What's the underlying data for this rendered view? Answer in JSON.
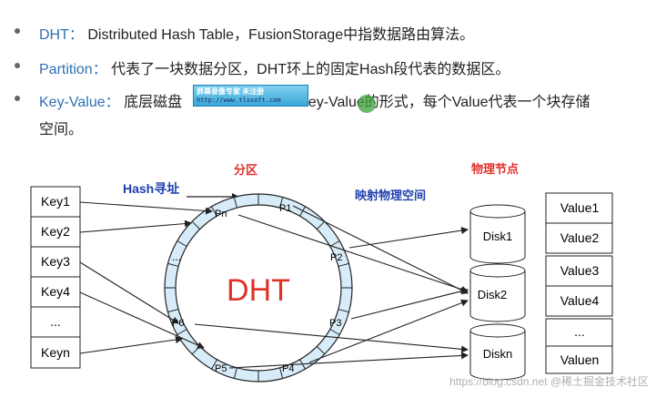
{
  "bullets": [
    {
      "term": "DHT",
      "sep": "：",
      "text": "Distributed Hash Table，FusionStorage中指数据路由算法。"
    },
    {
      "term": "Partition",
      "sep": "：",
      "text": "代表了一块数据分区，DHT环上的固定Hash段代表的数据区。"
    },
    {
      "term": "Key-Value",
      "sep": "：",
      "text_before": "底层磁盘",
      "text_after": "Key-Value的形式，每个Value代表一个块存储",
      "text_line2": "空间。"
    }
  ],
  "watermark": {
    "top": "屏幕录像专家      未注册",
    "bottom": "http://www.tlxsoft.com"
  },
  "diagram": {
    "label_hash": "Hash寻址",
    "label_partition": "分区",
    "label_mapping": "映射物理空间",
    "label_nodes": "物理节点",
    "ring_label": "DHT",
    "keys": [
      "Key1",
      "Key2",
      "Key3",
      "Key4",
      "...",
      "Keyn"
    ],
    "partitions": [
      "Pn",
      "P1",
      "P2",
      "P3",
      "P4",
      "P5",
      "P6"
    ],
    "ring_ellipsis": "...",
    "disks": [
      "Disk1",
      "Disk2",
      "Diskn"
    ],
    "values": [
      "Value1",
      "Value2",
      "Value3",
      "Value4",
      "...",
      "Valuen"
    ],
    "colors": {
      "red": "#e0312a",
      "blue": "#1f3fae",
      "ring_fill": "#d7ecf8",
      "ring_stroke": "#222222"
    }
  },
  "footer_mark": "https://blog.csdn.net @稀土掘金技术社区"
}
